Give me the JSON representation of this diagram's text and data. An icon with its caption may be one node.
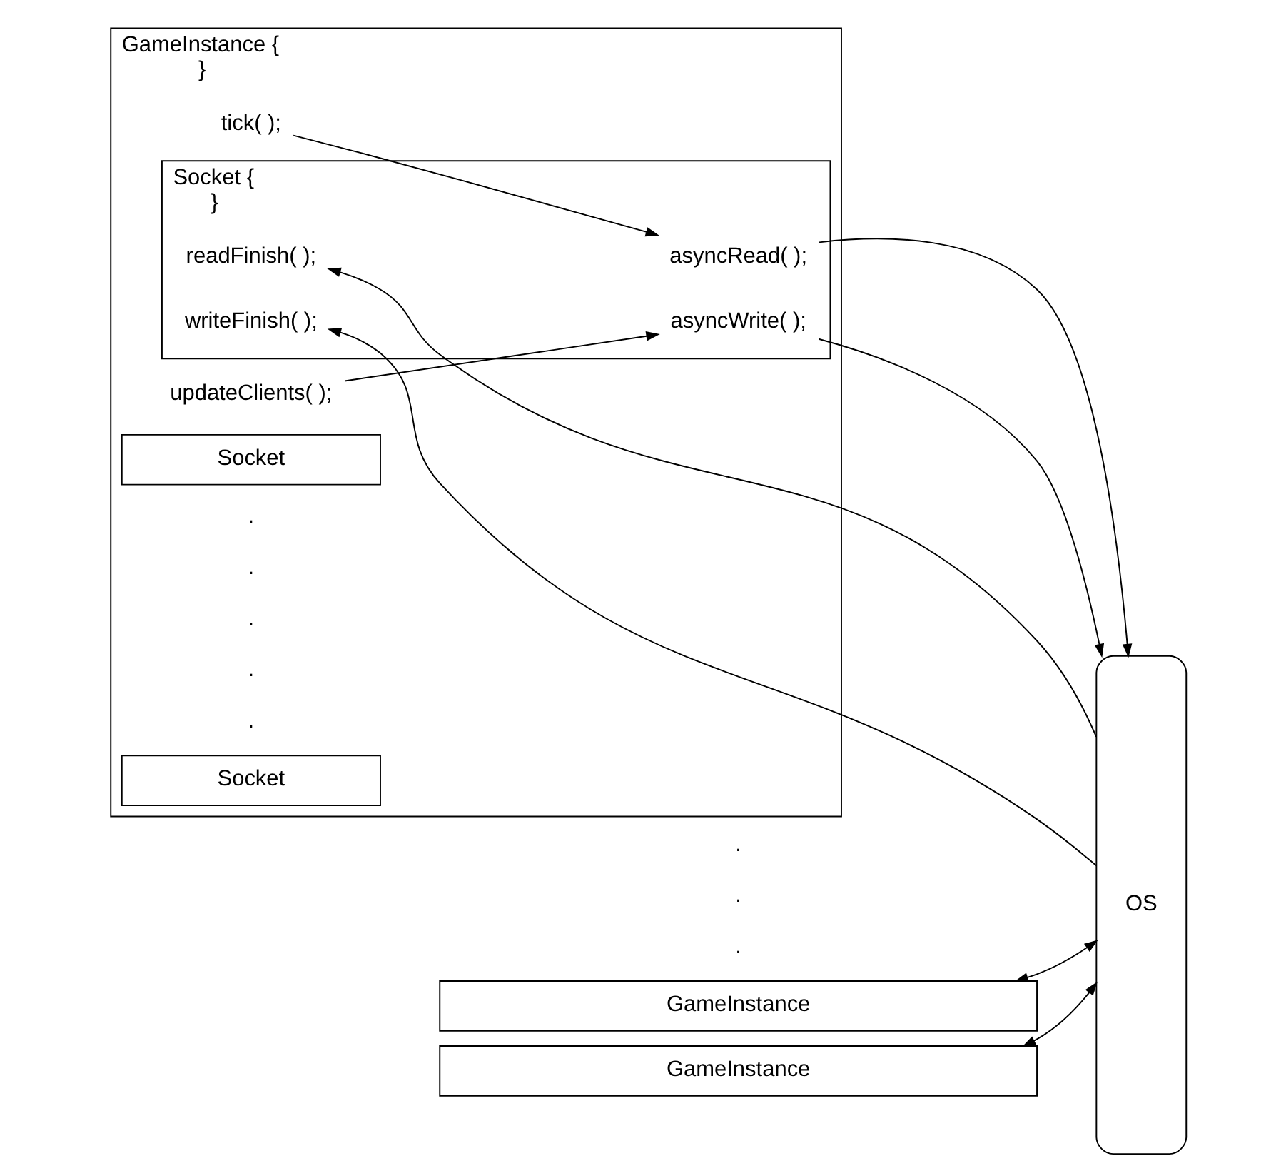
{
  "diagram": {
    "nodes": [
      {
        "text": [
          "GameInstance {",
          "}"
        ]
      },
      {
        "text": [
          "tick( );"
        ],
        "in": 0
      },
      {
        "text": [
          "updateClients( );"
        ],
        "in": 0
      },
      {
        "text": [
          "Socket {",
          "}"
        ],
        "in": 0
      },
      {
        "text": [
          "asyncRead( );"
        ],
        "in": 3
      },
      {
        "text": [
          "asyncWrite( );"
        ],
        "in": 3
      },
      {
        "text": [
          "readFinish( );"
        ],
        "in": 3
      },
      {
        "text": [
          "writeFinish( );"
        ],
        "in": 3
      },
      {
        "text": [
          "Socket"
        ],
        "in": 0
      },
      {
        "text": [
          "Socket"
        ],
        "in": 0
      },
      {
        "text": [
          "GameInstance"
        ]
      },
      {
        "text": [
          "GameInstance"
        ]
      },
      {
        "text": [
          "OS"
        ]
      }
    ],
    "edges": [
      {
        "from": 1,
        "to": 4,
        "arrow": "to"
      },
      {
        "from": 2,
        "to": 5,
        "arrow": "to"
      },
      {
        "from": 4,
        "to": 12,
        "arrow": "to"
      },
      {
        "from": 5,
        "to": 12,
        "arrow": "to"
      },
      {
        "from": 12,
        "to": 6,
        "arrow": "to"
      },
      {
        "from": 12,
        "to": 7,
        "arrow": "to"
      },
      {
        "from": 10,
        "to": 12,
        "arrow": "both"
      },
      {
        "from": 11,
        "to": 12,
        "arrow": "both"
      }
    ],
    "labels": [
      ".",
      ".",
      ".",
      ".",
      ".",
      ".",
      ".",
      "."
    ]
  }
}
